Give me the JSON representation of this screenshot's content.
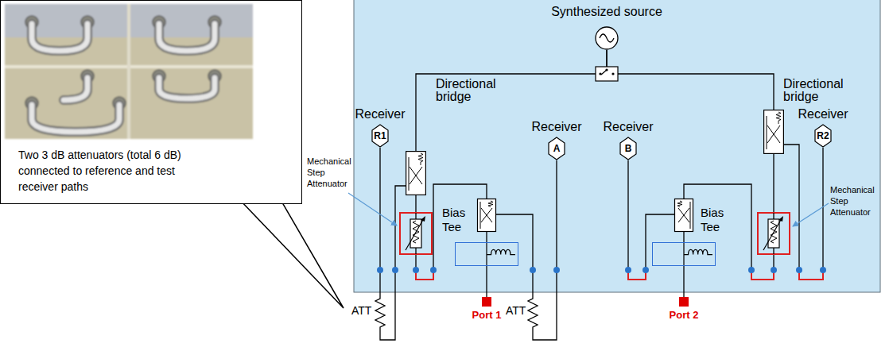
{
  "diagram": {
    "nodes": [
      {
        "text": [
          "Two 3 dB attenuators (total 6 dB) connected to reference and test receiver paths"
        ]
      },
      {
        "text": [
          "Synthesized source"
        ]
      },
      {
        "text": [
          "Directional bridge"
        ]
      },
      {
        "text": [
          "Directional bridge"
        ]
      },
      {
        "text": [
          "Receiver",
          "R1"
        ]
      },
      {
        "text": [
          "Receiver",
          "A"
        ]
      },
      {
        "text": [
          "Receiver",
          "B"
        ]
      },
      {
        "text": [
          "Receiver",
          "R2"
        ]
      },
      {
        "text": [
          "Bias Tee"
        ]
      },
      {
        "text": [
          "Bias Tee"
        ]
      },
      {
        "text": [
          "Port 1"
        ]
      },
      {
        "text": [
          "Port 2"
        ]
      }
    ],
    "edges": [
      {
        "from": 1,
        "to": 2,
        "arrow": "none"
      },
      {
        "from": 1,
        "to": 3,
        "arrow": "none"
      },
      {
        "from": 8,
        "to": 10,
        "arrow": "none"
      },
      {
        "from": 9,
        "to": 11,
        "arrow": "none"
      }
    ],
    "labels": [
      "Mechanical Step Attenuator",
      "Mechanical Step Attenuator",
      "ATT",
      "ATT"
    ]
  }
}
